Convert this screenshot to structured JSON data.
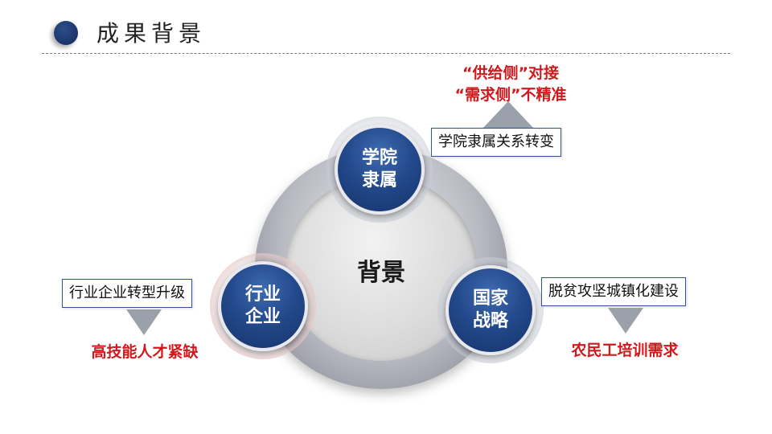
{
  "header": {
    "title": "成果背景"
  },
  "center": {
    "label": "背景"
  },
  "nodes": {
    "college": {
      "label": "学院隶属"
    },
    "industry": {
      "label": "行业企业"
    },
    "national": {
      "label": "国家战略"
    }
  },
  "boxes": {
    "college": "学院隶属关系转变",
    "industry": "行业企业转型升级",
    "national": "脱贫攻坚城镇化建设"
  },
  "notes": {
    "college_line1": "“供给侧”对接",
    "college_line2": "“需求侧”不精准",
    "industry": "高技能人才紧缺",
    "national": "农民工培训需求"
  },
  "colors": {
    "accent_blue": "#234a8c",
    "alert_red": "#d0191c",
    "box_border": "#2f5597"
  }
}
